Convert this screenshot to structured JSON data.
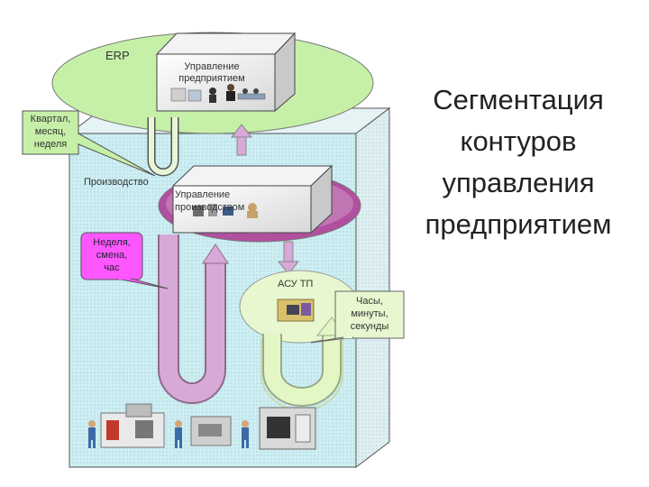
{
  "title": {
    "line1": "Сегментация",
    "line2": "контуров",
    "line3": "управления",
    "line4": "предприятием"
  },
  "levels": {
    "erp": {
      "label": "ERP",
      "box_line1": "Управление",
      "box_line2": "предприятием"
    },
    "production": {
      "label": "Производство",
      "box_line1": "Управление",
      "box_line2": "производством"
    },
    "asu": {
      "label": "АСУ ТП"
    }
  },
  "callouts": {
    "quarter": {
      "line1": "Квартал,",
      "line2": "месяц,",
      "line3": "неделя"
    },
    "week": {
      "line1": "Неделя,",
      "line2": "смена,",
      "line3": "час"
    },
    "hours": {
      "line1": "Часы,",
      "line2": "минуты,",
      "line3": "секунды"
    }
  },
  "colors": {
    "erp_ellipse": "#c6f0a8",
    "factory": "#cdeef2",
    "factory_side": "#dfeff2",
    "production_ellipse": "#b0509f",
    "pink_arrow": "#d7a9d6",
    "pink_callout": "#ff57ff",
    "asu_ellipse": "#e8f7cf",
    "green_arrow": "#e2f7c4"
  },
  "icons": [
    "people-icon",
    "machine-tool-icon",
    "worker-icon",
    "lathe-icon",
    "cnc-machine-icon",
    "computer-icon"
  ]
}
